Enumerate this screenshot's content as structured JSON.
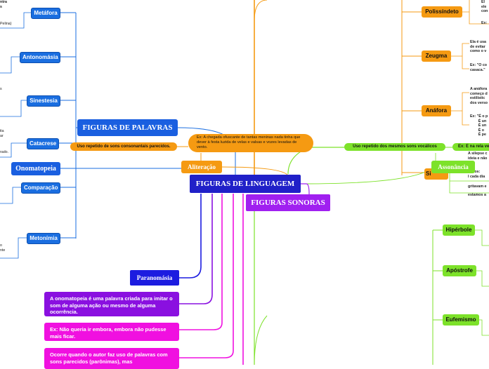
{
  "center": {
    "label": "FIGURAS DE LINGUAGEM"
  },
  "palavras": {
    "label": "FIGURAS DE PALAVRAS",
    "items": [
      "Metáfora",
      "Antonomásia",
      "Sinestesia",
      "Catacrese",
      "Comparação",
      "Metonímia"
    ],
    "onomatopeia": "Onomatopeia"
  },
  "sonoras": {
    "label": "FIGURAS SONORAS",
    "aliteracao": "Aliteração",
    "aliteracao_def": "Uso repetido de sons consonantais parecidos.",
    "aliteracao_ex": "Ex: A chegada ofuscante de tantas meninas nada tinha que dever à festa luzida de velas e valsas e vozes levadas de vento.",
    "assonancia": "Assonância",
    "assonancia_def": "Uso repetido dos mesmos sons vocálicos",
    "assonancia_ex": "Ex: E na rela ve",
    "paranomasia": "Paranomásia"
  },
  "onomatopeia_texts": {
    "def": "A onomatopeia é uma palavra criada para imitar o som de alguma ação ou mesmo de alguma ocorrência.",
    "ex": "Ex: Não queria ir embora, embora não pudesse mais ficar.",
    "paronimas": "Ocorre quando o autor faz uso de palavras com sons parecidos (parônimas), mas"
  },
  "construcao": {
    "items": [
      "Polissíndeto",
      "Zeugma",
      "Anáfora",
      "Si"
    ]
  },
  "pensamento": {
    "items": [
      "Hipérbole",
      "Apóstrofe",
      "Eufemismo"
    ]
  },
  "fragments": {
    "f1": "ntra\ns",
    "f2": "Pelina)",
    "f3": "s",
    "f4": "ita\nar",
    "f5": "rado.",
    "f6": "o\nnte",
    "r1": "El\nele\ncon",
    "r2": "Ex:",
    "r3": "Ela é usa\nde evitar\ncomo o v",
    "r4": "Ex: \"O co\ncasaca.\"",
    "r5": "A anáfora\ncomeço d\nestilístic\ndos verso",
    "r6": "Ex: \"É o p\n        É un\n        É un\n        É o\n        É pe",
    "r7": "A silepse c\nideia e não",
    "r8": "mplos:\nl cada dia",
    "r9": "gritavam e",
    "r10": "estamos a"
  },
  "colors": {
    "blue": "#1a6ee0",
    "center": "#2020c8",
    "orange": "#f59a12",
    "green": "#7de22a",
    "purple": "#a020f0",
    "magenta": "#f010e0"
  }
}
